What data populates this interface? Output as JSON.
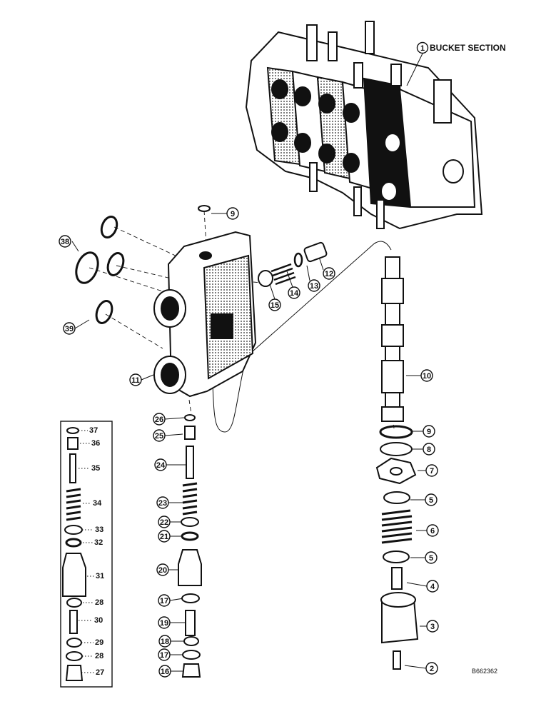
{
  "diagram": {
    "section_label": "BUCKET SECTION",
    "section_number": "1",
    "drawing_code": "B662362",
    "callouts": [
      "9",
      "38",
      "39",
      "11",
      "12",
      "13",
      "14",
      "15",
      "10",
      "9",
      "8",
      "7",
      "5",
      "6",
      "5",
      "4",
      "3",
      "2",
      "26",
      "25",
      "24",
      "23",
      "22",
      "21",
      "20",
      "17",
      "19",
      "18",
      "17",
      "16",
      "37",
      "36",
      "35",
      "34",
      "33",
      "32",
      "31",
      "28",
      "30",
      "29",
      "28",
      "27"
    ]
  }
}
